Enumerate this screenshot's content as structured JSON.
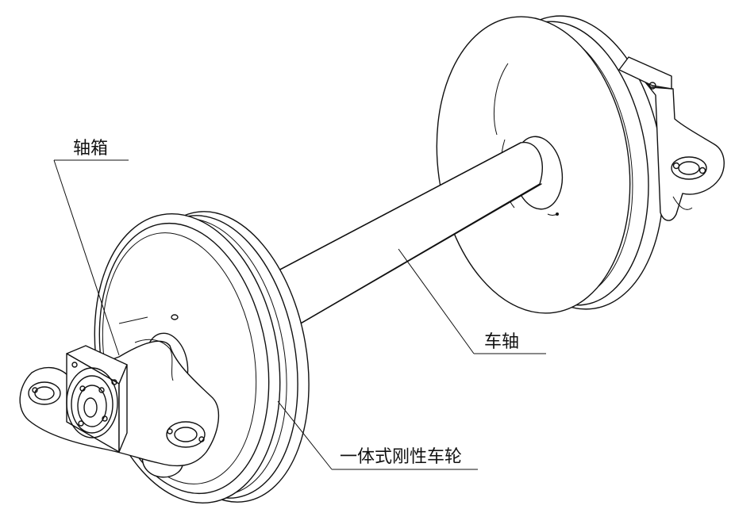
{
  "labels": {
    "axle_box": "轴箱",
    "axle": "车轴",
    "rigid_wheel": "一体式刚性车轮"
  },
  "colors": {
    "line": "#111111",
    "background": "#ffffff"
  }
}
